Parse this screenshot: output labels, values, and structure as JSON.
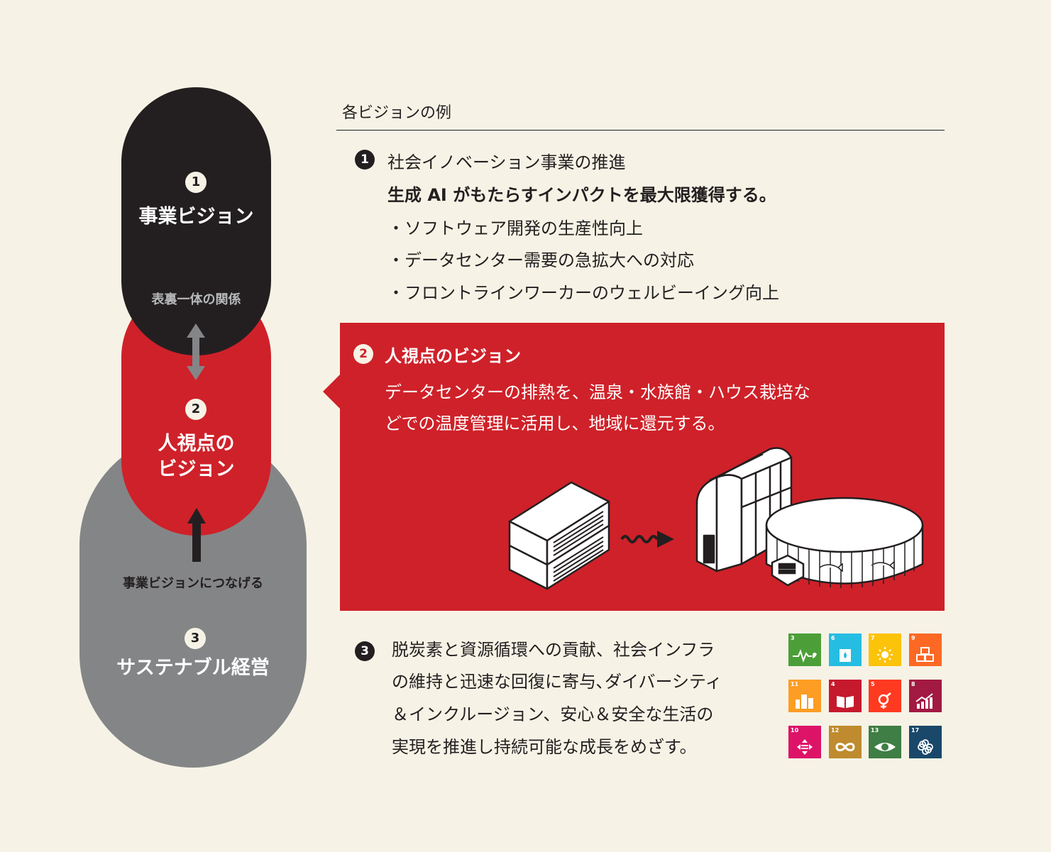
{
  "left": {
    "vision1_num": "1",
    "vision1_title": "事業ビジョン",
    "relation_label": "表裏一体の関係",
    "vision2_num": "2",
    "vision2_title_l1": "人視点の",
    "vision2_title_l2": "ビジョン",
    "connect_label": "事業ビジョンにつなげる",
    "vision3_num": "3",
    "vision3_title": "サステナブル経営"
  },
  "right": {
    "heading": "各ビジョンの例",
    "v1": {
      "num": "1",
      "title": "社会イノベーション事業の推進",
      "headline": "生成 AI  がもたらすインパクトを最大限獲得する。",
      "bullets": [
        "・ソフトウェア開発の生産性向上",
        "・データセンター需要の急拡大への対応",
        "・フロントラインワーカーのウェルビーイング向上"
      ]
    },
    "v2": {
      "num": "2",
      "title": "人視点のビジョン",
      "text_l1": "データセンターの排熱を、温泉・水族館・ハウス栽培な",
      "text_l2": "どでの温度管理に活用し、地域に還元する。"
    },
    "v3": {
      "num": "3",
      "lines": [
        "脱炭素と資源循環への貢献、社会インフラ",
        "の維持と迅速な回復に寄与､ダイバーシティ",
        "＆インクルージョン、安心＆安全な生活の",
        "実現を推進し持続可能な成長をめざす。"
      ]
    }
  },
  "sdgs": [
    {
      "num": "3",
      "color": "#4c9f38",
      "icon": "heartbeat-icon"
    },
    {
      "num": "6",
      "color": "#26bde2",
      "icon": "water-drop-icon"
    },
    {
      "num": "7",
      "color": "#fcc30b",
      "icon": "sun-icon"
    },
    {
      "num": "9",
      "color": "#fd6925",
      "icon": "cubes-icon"
    },
    {
      "num": "11",
      "color": "#fd9d24",
      "icon": "city-icon"
    },
    {
      "num": "4",
      "color": "#c5192d",
      "icon": "book-icon"
    },
    {
      "num": "5",
      "color": "#ff3a21",
      "icon": "gender-icon"
    },
    {
      "num": "8",
      "color": "#a21942",
      "icon": "growth-chart-icon"
    },
    {
      "num": "10",
      "color": "#dd1367",
      "icon": "equality-icon"
    },
    {
      "num": "12",
      "color": "#bf8b2e",
      "icon": "infinity-icon"
    },
    {
      "num": "13",
      "color": "#3f7e44",
      "icon": "eye-globe-icon"
    },
    {
      "num": "17",
      "color": "#19486a",
      "icon": "flower-icon"
    }
  ],
  "colors": {
    "background": "#f6f3e6",
    "black": "#231f20",
    "red": "#cf2129",
    "gray": "#848587"
  }
}
